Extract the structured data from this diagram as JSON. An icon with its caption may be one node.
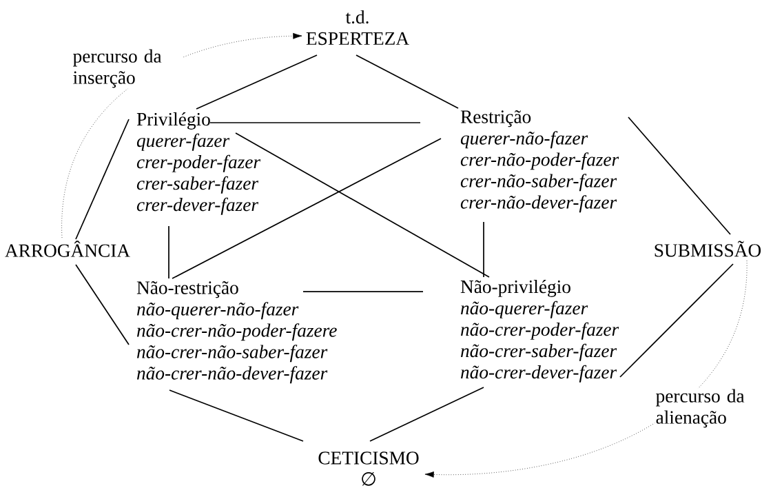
{
  "diagram": {
    "nodes": [
      {
        "text": [
          "t.d.",
          "ESPERTEZA"
        ]
      },
      {
        "text": [
          "Privilégio",
          "querer-fazer",
          "crer-poder-fazer",
          "crer-saber-fazer",
          "crer-dever-fazer"
        ]
      },
      {
        "text": [
          "Restrição",
          "querer-não-fazer",
          "crer-não-poder-fazer",
          "crer-não-saber-fazer",
          "crer-não-dever-fazer"
        ]
      },
      {
        "text": [
          "ARROGÂNCIA"
        ]
      },
      {
        "text": [
          "SUBMISSÃO"
        ]
      },
      {
        "text": [
          "Não-restrição",
          "não-querer-não-fazer",
          "não-crer-não-poder-fazere",
          "não-crer-não-saber-fazer",
          "não-crer-não-dever-fazer"
        ]
      },
      {
        "text": [
          "Não-privilégio",
          "não-querer-fazer",
          "não-crer-poder-fazer",
          "não-crer-saber-fazer",
          "não-crer-dever-fazer"
        ]
      },
      {
        "text": [
          "CETICISMO",
          "∅"
        ]
      }
    ],
    "edges": [
      {
        "from": 0,
        "to": 1,
        "arrow": "none"
      },
      {
        "from": 0,
        "to": 2,
        "arrow": "none"
      },
      {
        "from": 1,
        "to": 2,
        "arrow": "none"
      },
      {
        "from": 1,
        "to": 6,
        "arrow": "none"
      },
      {
        "from": 2,
        "to": 5,
        "arrow": "none"
      },
      {
        "from": 1,
        "to": 5,
        "arrow": "none"
      },
      {
        "from": 2,
        "to": 6,
        "arrow": "none"
      },
      {
        "from": 5,
        "to": 6,
        "arrow": "none"
      },
      {
        "from": 3,
        "to": 1,
        "arrow": "none"
      },
      {
        "from": 3,
        "to": 5,
        "arrow": "none"
      },
      {
        "from": 4,
        "to": 2,
        "arrow": "none"
      },
      {
        "from": 4,
        "to": 6,
        "arrow": "none"
      },
      {
        "from": 5,
        "to": 7,
        "arrow": "none"
      },
      {
        "from": 6,
        "to": 7,
        "arrow": "none"
      },
      {
        "from": 3,
        "to": 0,
        "arrow": "to",
        "style": "dashed",
        "label": "percurso da inserção"
      },
      {
        "from": 4,
        "to": 7,
        "arrow": "to",
        "style": "dashed",
        "label": "percurso da alienação"
      }
    ]
  }
}
